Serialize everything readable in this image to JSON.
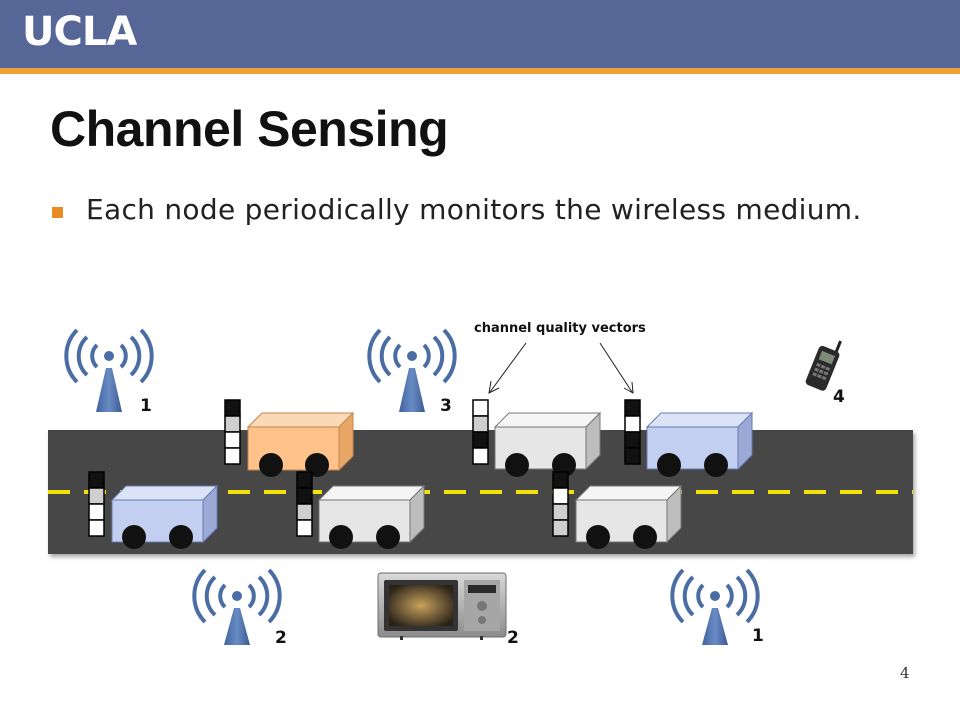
{
  "header": {
    "logo": "UCLA"
  },
  "slide": {
    "title": "Channel Sensing",
    "bullet": "Each node periodically monitors the wireless medium.",
    "page_number": "4"
  },
  "diagram": {
    "annotation": "channel quality vectors",
    "tower_labels": [
      "1",
      "3",
      "2",
      "1"
    ],
    "phone_label": "4",
    "microwave_label": "2"
  },
  "colors": {
    "header": "#566696",
    "header_accent": "#f1a23a",
    "bullet": "#e98b25",
    "road": "#474747",
    "lane_marking": "#f2e20a",
    "tower": "#4a6da4",
    "car_orange": "#ffc28a",
    "car_blue": "#c3cff0",
    "car_gray": "#e6e6e6"
  }
}
